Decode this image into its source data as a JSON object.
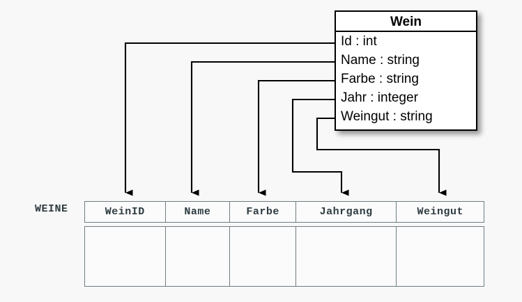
{
  "diagram": {
    "kind": "uml-to-relational-mapping",
    "background_color": "#f8f8f8",
    "line_color": "#000000",
    "table_border_color": "#6e7d82",
    "table_text_color": "#2e3b40"
  },
  "uml_class": {
    "title": "Wein",
    "attributes": [
      {
        "label": "Id : int",
        "name": "Id",
        "type": "int"
      },
      {
        "label": "Name : string",
        "name": "Name",
        "type": "string"
      },
      {
        "label": "Farbe : string",
        "name": "Farbe",
        "type": "string"
      },
      {
        "label": "Jahr : integer",
        "name": "Jahr",
        "type": "integer"
      },
      {
        "label": "Weingut : string",
        "name": "Weingut",
        "type": "string"
      }
    ]
  },
  "relational_table": {
    "name": "WEINE",
    "columns": [
      "WeinID",
      "Name",
      "Farbe",
      "Jahrgang",
      "Weingut"
    ],
    "rows": [
      [
        "",
        "",
        "",
        "",
        ""
      ]
    ]
  },
  "mappings": [
    {
      "from": "Id",
      "to": "WeinID"
    },
    {
      "from": "Name",
      "to": "Name"
    },
    {
      "from": "Farbe",
      "to": "Farbe"
    },
    {
      "from": "Jahr",
      "to": "Jahrgang"
    },
    {
      "from": "Weingut",
      "to": "Weingut"
    }
  ]
}
